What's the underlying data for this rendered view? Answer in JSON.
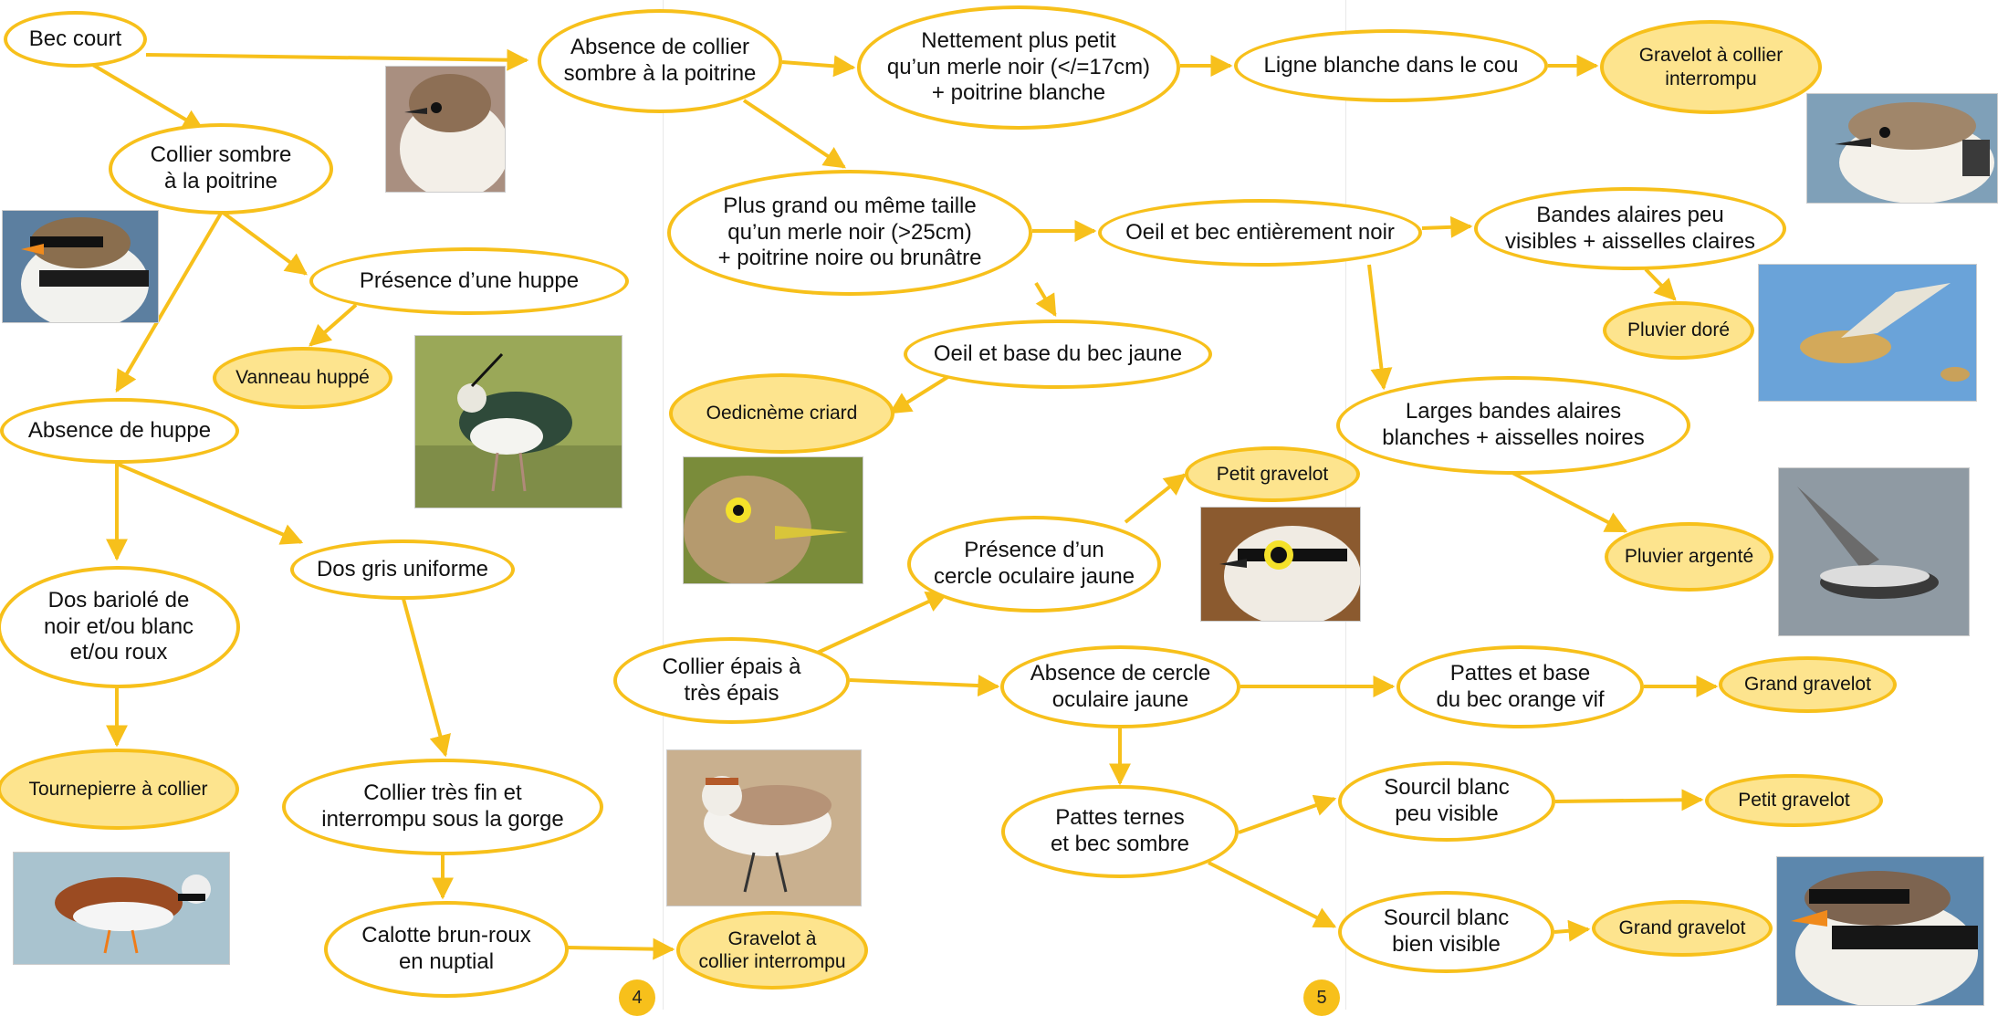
{
  "colors": {
    "accent": "#f7c01b",
    "terminal_fill": "#fde48e",
    "text": "#111111"
  },
  "nodes": {
    "bec_court": "Bec court",
    "collier_sombre": "Collier sombre\nà la poitrine",
    "presence_huppe": "Présence d’une huppe",
    "vanneau": "Vanneau huppé",
    "absence_huppe": "Absence de huppe",
    "dos_bariole": "Dos bariolé de\nnoir et/ou blanc\net/ou roux",
    "tournepierre": "Tournepierre à collier",
    "dos_gris": "Dos gris uniforme",
    "collier_fin": "Collier très fin et\ninterrompu sous la gorge",
    "calotte": "Calotte brun-roux\nen nuptial",
    "gravelot_ci_2": "Gravelot à\ncollier interrompu",
    "absence_collier": "Absence de collier\nsombre à la poitrine",
    "plus_petit": "Nettement plus petit\nqu’un merle noir (</=17cm)\n+ poitrine blanche",
    "ligne_blanche": "Ligne blanche dans le cou",
    "gravelot_ci_1": "Gravelot à collier\ninterrompu",
    "plus_grand": "Plus grand ou même taille\nqu’un merle noir (>25cm)\n+ poitrine noire ou brunâtre",
    "oeil_noir": "Oeil et bec entièrement noir",
    "bandes_peu": "Bandes alaires peu\nvisibles + aisselles claires",
    "pluvier_dore": "Pluvier doré",
    "larges_bandes": "Larges bandes alaires\nblanches + aisselles noires",
    "pluvier_argente": "Pluvier argenté",
    "oeil_jaune": "Oeil et base du bec jaune",
    "oedicneme": "Oedicnème criard",
    "collier_epais": "Collier épais à\ntrès épais",
    "presence_cercle": "Présence d’un\ncercle oculaire jaune",
    "petit_gravelot_1": "Petit gravelot",
    "absence_cercle": "Absence de cercle\noculaire jaune",
    "pattes_orange": "Pattes et base\ndu bec orange vif",
    "grand_gravelot_1": "Grand gravelot",
    "pattes_ternes": "Pattes ternes\net bec sombre",
    "sourcil_peu": "Sourcil blanc\npeu visible",
    "petit_gravelot_2": "Petit gravelot",
    "sourcil_bien": "Sourcil blanc\nbien visible",
    "grand_gravelot_2": "Grand gravelot"
  },
  "page_numbers": {
    "left": "4",
    "right": "5"
  }
}
